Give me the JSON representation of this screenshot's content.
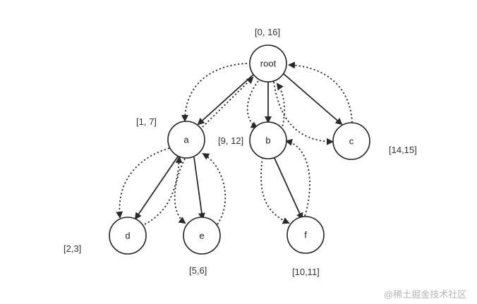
{
  "nodes": {
    "root": {
      "label": "root",
      "range": "[0, 16]"
    },
    "a": {
      "label": "a",
      "range": "[1, 7]"
    },
    "b": {
      "label": "b",
      "range": "[9, 12]"
    },
    "c": {
      "label": "c",
      "range": "[14,15]"
    },
    "d": {
      "label": "d",
      "range": "[2,3]"
    },
    "e": {
      "label": "e",
      "range": "[5,6]"
    },
    "f": {
      "label": "f",
      "range": "[10,11]"
    }
  },
  "watermark": "@稀土掘金技术社区",
  "colors": {
    "stroke": "#222222",
    "watermark": "#b5b5b5"
  }
}
